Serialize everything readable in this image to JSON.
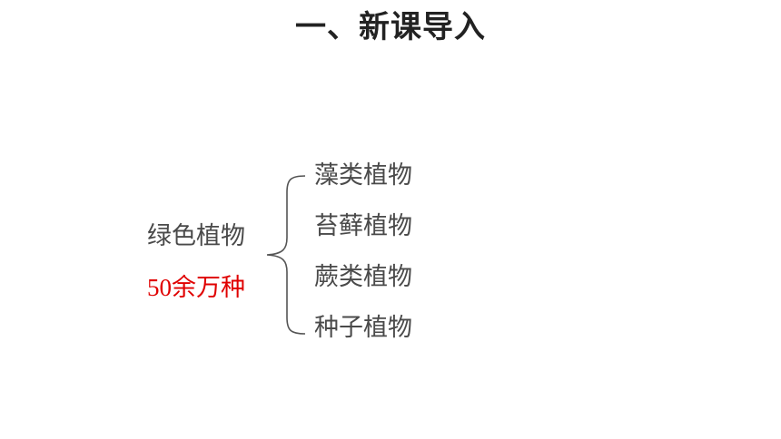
{
  "slide": {
    "title": "一、新课导入",
    "left_label": "绿色植物",
    "left_sub_number": "50",
    "left_sub_text": "余万种",
    "categories": [
      {
        "label": "藻类植物"
      },
      {
        "label": "苔藓植物"
      },
      {
        "label": "蕨类植物"
      },
      {
        "label": "种子植物"
      }
    ]
  },
  "colors": {
    "title": "#222222",
    "text": "#4a4a4a",
    "highlight": "#e00000",
    "brace": "#555555"
  }
}
